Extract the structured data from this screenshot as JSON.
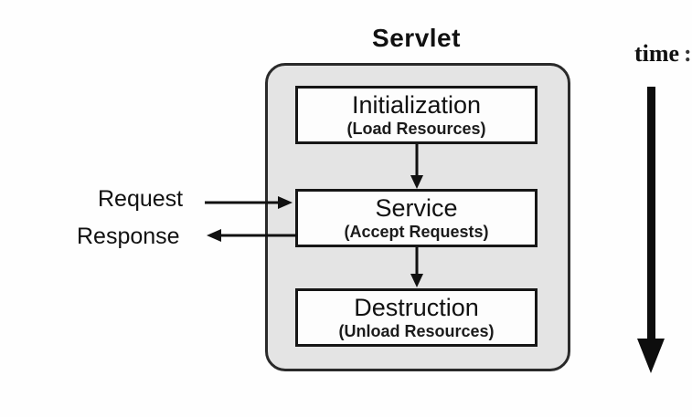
{
  "title": "Servlet",
  "diagram": {
    "stages": [
      {
        "title": "Initialization",
        "subtitle": "(Load Resources)"
      },
      {
        "title": "Service",
        "subtitle": "(Accept Requests)"
      },
      {
        "title": "Destruction",
        "subtitle": "(Unload Resources)"
      }
    ],
    "request_label": "Request",
    "response_label": "Response",
    "time_label": "time",
    "time_suffix": ":"
  },
  "colors": {
    "container_fill": "#e4e4e4",
    "container_border": "#2a2a2a",
    "stage_fill": "#fdfdfd",
    "stage_border": "#161616",
    "arrow": "#111111",
    "text": "#111111",
    "background": "#fefefe"
  }
}
